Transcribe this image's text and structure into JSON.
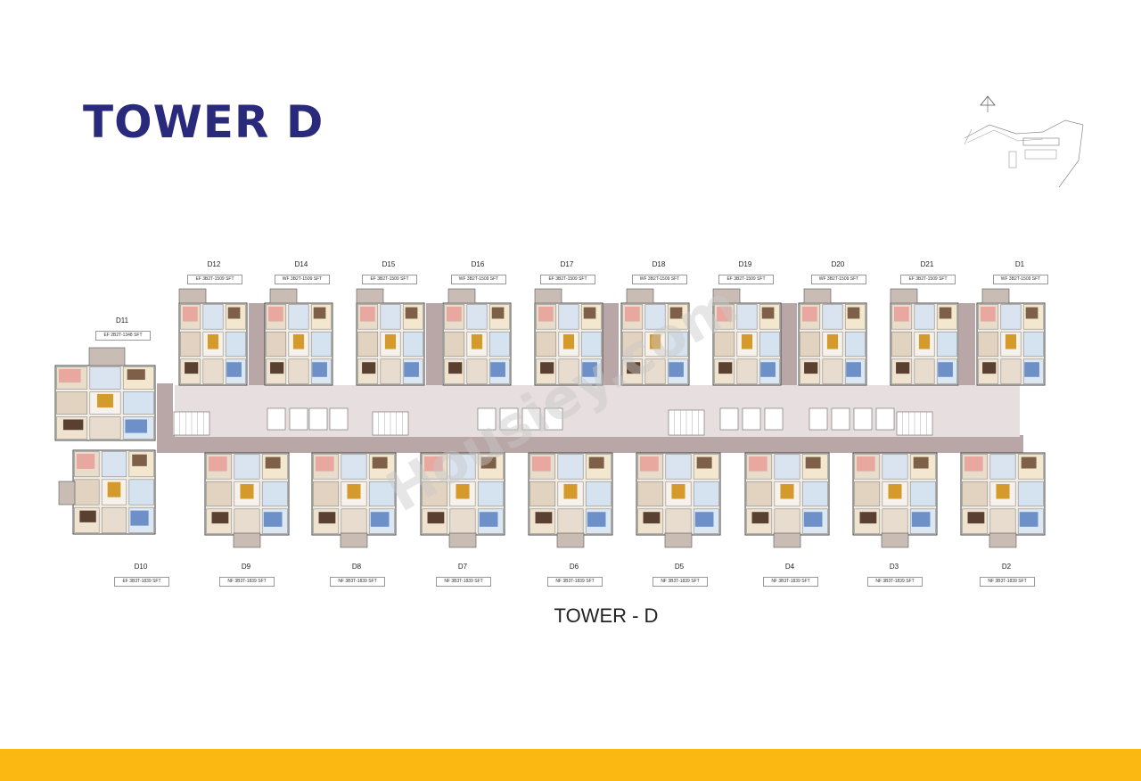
{
  "title": "TOWER D",
  "subtitle": "TOWER - D",
  "watermark": "Housiey.com",
  "colors": {
    "title": "#2a2a7c",
    "footer": "#fbb812",
    "corridor": "#b9a7a7"
  },
  "top_units": [
    {
      "name": "D12",
      "area": "EF 3B2T-1509 SFT"
    },
    {
      "name": "D14",
      "area": "WF 3B2T-1509 SFT"
    },
    {
      "name": "D15",
      "area": "EF 3B2T-1509 SFT"
    },
    {
      "name": "D16",
      "area": "WF 3B2T-1509 SFT"
    },
    {
      "name": "D17",
      "area": "EF 3B2T-1509 SFT"
    },
    {
      "name": "D18",
      "area": "WF 3B2T-1509 SFT"
    },
    {
      "name": "D19",
      "area": "EF 3B2T-1509 SFT"
    },
    {
      "name": "D20",
      "area": "WF 3B2T-1509 SFT"
    },
    {
      "name": "D21",
      "area": "EF 3B2T-1509 SFT"
    },
    {
      "name": "D1",
      "area": "WF 3B2T-1509 SFT"
    }
  ],
  "left_unit": {
    "name": "D11",
    "area": "EF 2B2T-1348 SFT"
  },
  "bottom_units": [
    {
      "name": "D10",
      "area": "EF 3B3T-1839 SFT"
    },
    {
      "name": "D9",
      "area": "NF 3B3T-1839 SFT"
    },
    {
      "name": "D8",
      "area": "NF 3B3T-1839 SFT"
    },
    {
      "name": "D7",
      "area": "NF 3B3T-1839 SFT"
    },
    {
      "name": "D6",
      "area": "NF 3B3T-1839 SFT"
    },
    {
      "name": "D5",
      "area": "NF 3B3T-1839 SFT"
    },
    {
      "name": "D4",
      "area": "NF 3B3T-1839 SFT"
    },
    {
      "name": "D3",
      "area": "NF 3B3T-1839 SFT"
    },
    {
      "name": "D2",
      "area": "NF 3B3T-1839 SFT"
    }
  ]
}
